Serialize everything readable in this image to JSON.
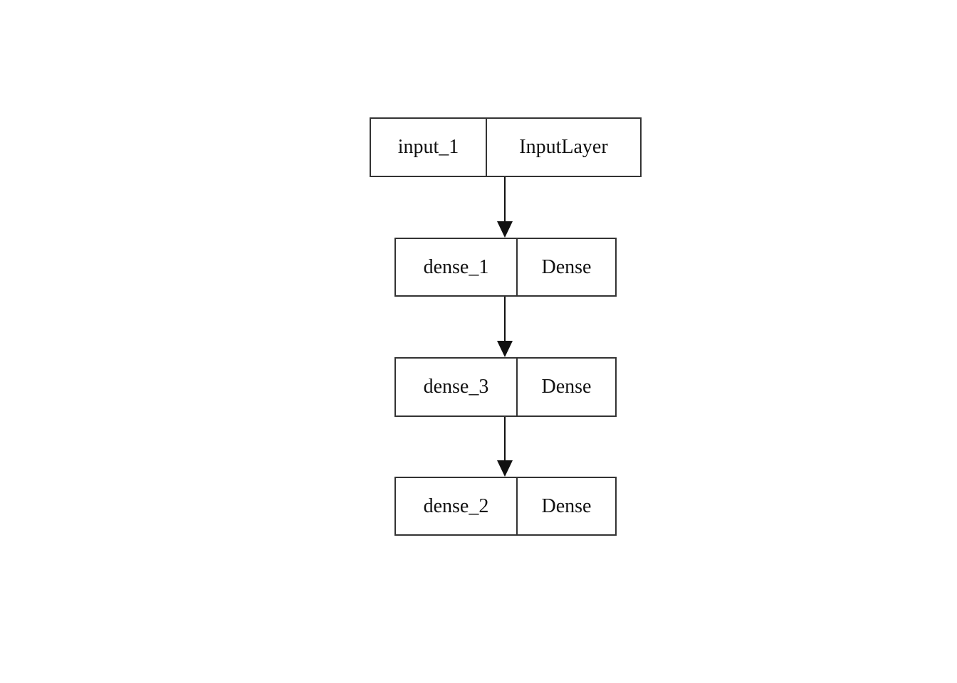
{
  "diagram": {
    "kind": "neural-network-layer-graph",
    "nodes": [
      {
        "name": "input_1",
        "type": "InputLayer"
      },
      {
        "name": "dense_1",
        "type": "Dense"
      },
      {
        "name": "dense_3",
        "type": "Dense"
      },
      {
        "name": "dense_2",
        "type": "Dense"
      }
    ],
    "edges": [
      {
        "from": "input_1",
        "to": "dense_1"
      },
      {
        "from": "dense_1",
        "to": "dense_3"
      },
      {
        "from": "dense_3",
        "to": "dense_2"
      }
    ],
    "colors": {
      "background": "#ffffff",
      "box_border": "#333333",
      "text": "#111111",
      "arrow": "#111111"
    }
  }
}
